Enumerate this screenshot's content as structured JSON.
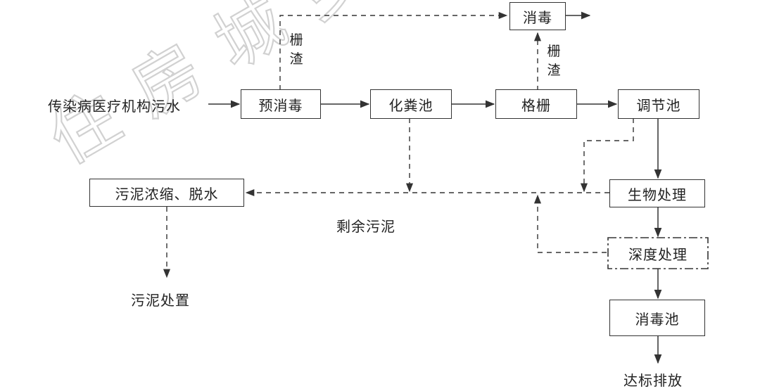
{
  "diagram": {
    "source_label": "传染病医疗机构污水",
    "nodes": {
      "pre_disinfect": "预消毒",
      "septic_tank": "化粪池",
      "grille": "格栅",
      "regulating_tank": "调节池",
      "disinfect_top": "消毒",
      "biological": "生物处理",
      "advanced": "深度处理",
      "disinfect_tank": "消毒池",
      "sludge_thicken": "污泥浓缩、脱水"
    },
    "labels": {
      "screenings_left": "栅渣",
      "screenings_right": "栅渣",
      "excess_sludge": "剩余污泥",
      "sludge_disposal": "污泥处置",
      "discharge": "达标排放"
    },
    "watermark_text": "住房城乡建设部浏览器"
  },
  "colors": {
    "line": "#333333",
    "watermark": "#d8d8d8"
  }
}
